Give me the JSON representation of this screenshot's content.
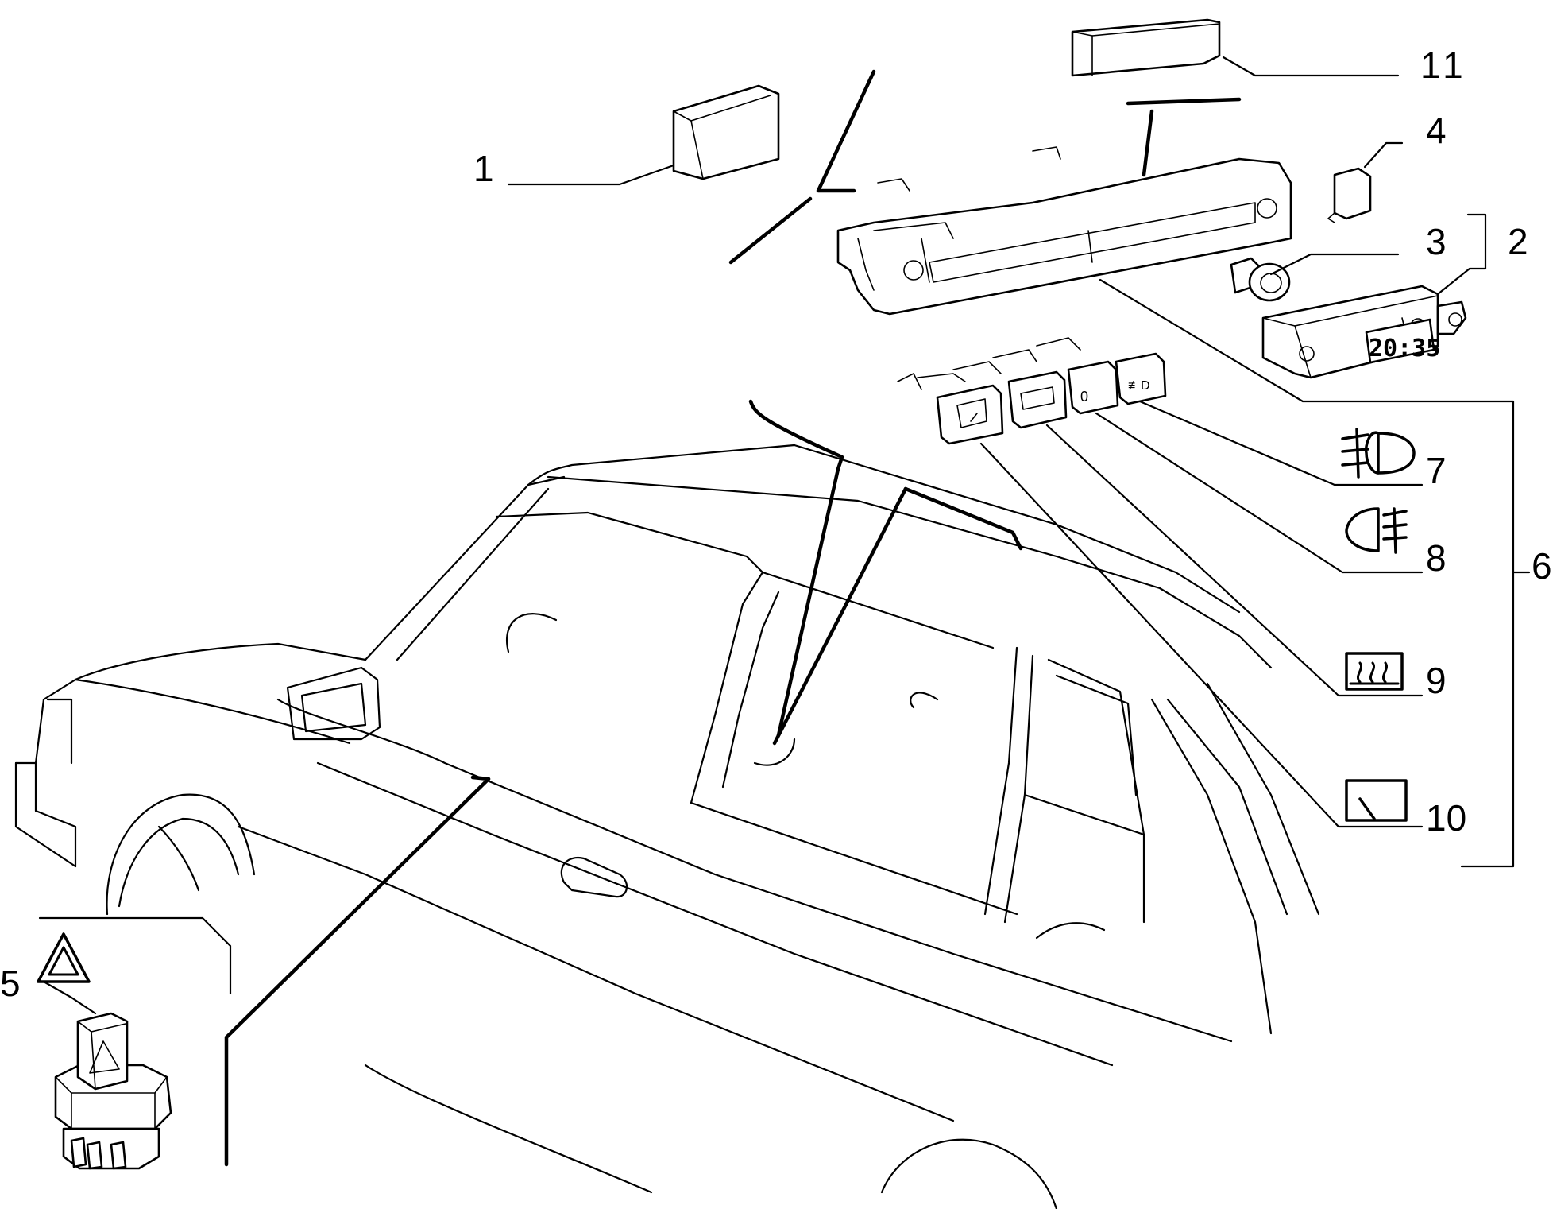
{
  "clock_display": "20:35",
  "callouts": [
    {
      "id": "1",
      "label": "1"
    },
    {
      "id": "2",
      "label": "2"
    },
    {
      "id": "3",
      "label": "3"
    },
    {
      "id": "4",
      "label": "4"
    },
    {
      "id": "5",
      "label": "5"
    },
    {
      "id": "6",
      "label": "6"
    },
    {
      "id": "7",
      "label": "7"
    },
    {
      "id": "8",
      "label": "8"
    },
    {
      "id": "9",
      "label": "9"
    },
    {
      "id": "10",
      "label": "10"
    },
    {
      "id": "11",
      "label": "11"
    }
  ],
  "symbols": [
    {
      "id": "7",
      "icon": "front-fog-light-icon"
    },
    {
      "id": "8",
      "icon": "rear-fog-light-icon"
    },
    {
      "id": "9",
      "icon": "rear-window-defrost-icon"
    },
    {
      "id": "10",
      "icon": "rear-wiper-icon"
    },
    {
      "id": "5",
      "icon": "hazard-warning-icon"
    }
  ]
}
